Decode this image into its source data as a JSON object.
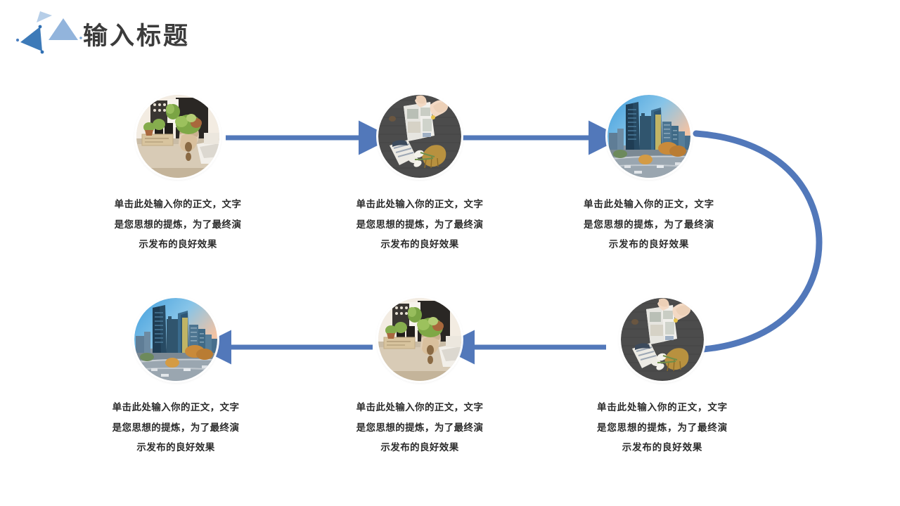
{
  "slide": {
    "background_color": "#ffffff",
    "title": "输入标题",
    "title_color": "#3b3b3b",
    "accent_color": "#5278ba",
    "logo": {
      "name": "triangle-logo",
      "triangle_dark_color": "#3d7ab8",
      "triangle_mid_color": "#92b4dc",
      "triangle_light_color": "#b6cee8",
      "dot_color": "#4a7fc0"
    }
  },
  "flow": {
    "body_text": "单击此处输入你的正文，文字是您思想的提炼，为了最终演示发布的良好效果",
    "caption_lines": [
      "单击此处输入你的正文，文字",
      "是您思想的提炼，为了最终演",
      "示发布的良好效果"
    ],
    "nodes": [
      {
        "index": 1,
        "image_name": "desk-plants-laptop-photo",
        "image_alt": "办公桌上的绿植与笔记本电脑",
        "caption": "单击此处输入你的正文，文字是您思想的提炼，为了最终演示发布的良好效果"
      },
      {
        "index": 2,
        "image_name": "magazine-on-dark-table-photo",
        "image_alt": "深色木桌上翻阅杂志与白色花束",
        "caption": "单击此处输入你的正文，文字是您思想的提炼，为了最终演示发布的良好效果"
      },
      {
        "index": 3,
        "image_name": "city-skyline-photo",
        "image_alt": "城市天际线摩天大楼",
        "caption": "单击此处输入你的正文，文字是您思想的提炼，为了最终演示发布的良好效果"
      },
      {
        "index": 4,
        "image_name": "city-skyline-photo",
        "image_alt": "城市天际线摩天大楼",
        "caption": "单击此处输入你的正文，文字是您思想的提炼，为了最终演示发布的良好效果"
      },
      {
        "index": 5,
        "image_name": "desk-plants-laptop-photo",
        "image_alt": "办公桌上的绿植与笔记本电脑",
        "caption": "单击此处输入你的正文，文字是您思想的提炼，为了最终演示发布的良好效果"
      },
      {
        "index": 6,
        "image_name": "magazine-on-dark-table-photo",
        "image_alt": "深色木桌上翻阅杂志与白色花束",
        "caption": "单击此处输入你的正文，文字是您思想的提炼，为了最终演示发布的良好效果"
      }
    ],
    "connectors": [
      {
        "name": "arrow-node1-to-node2",
        "direction": "right",
        "color": "#5278ba"
      },
      {
        "name": "arrow-node2-to-node3",
        "direction": "right",
        "color": "#5278ba"
      },
      {
        "name": "arc-node3-to-node6",
        "direction": "curve-right-down",
        "color": "#5278ba"
      },
      {
        "name": "arrow-node6-to-node5",
        "direction": "left",
        "color": "#5278ba"
      },
      {
        "name": "arrow-node5-to-node4",
        "direction": "left",
        "color": "#5278ba"
      }
    ]
  }
}
